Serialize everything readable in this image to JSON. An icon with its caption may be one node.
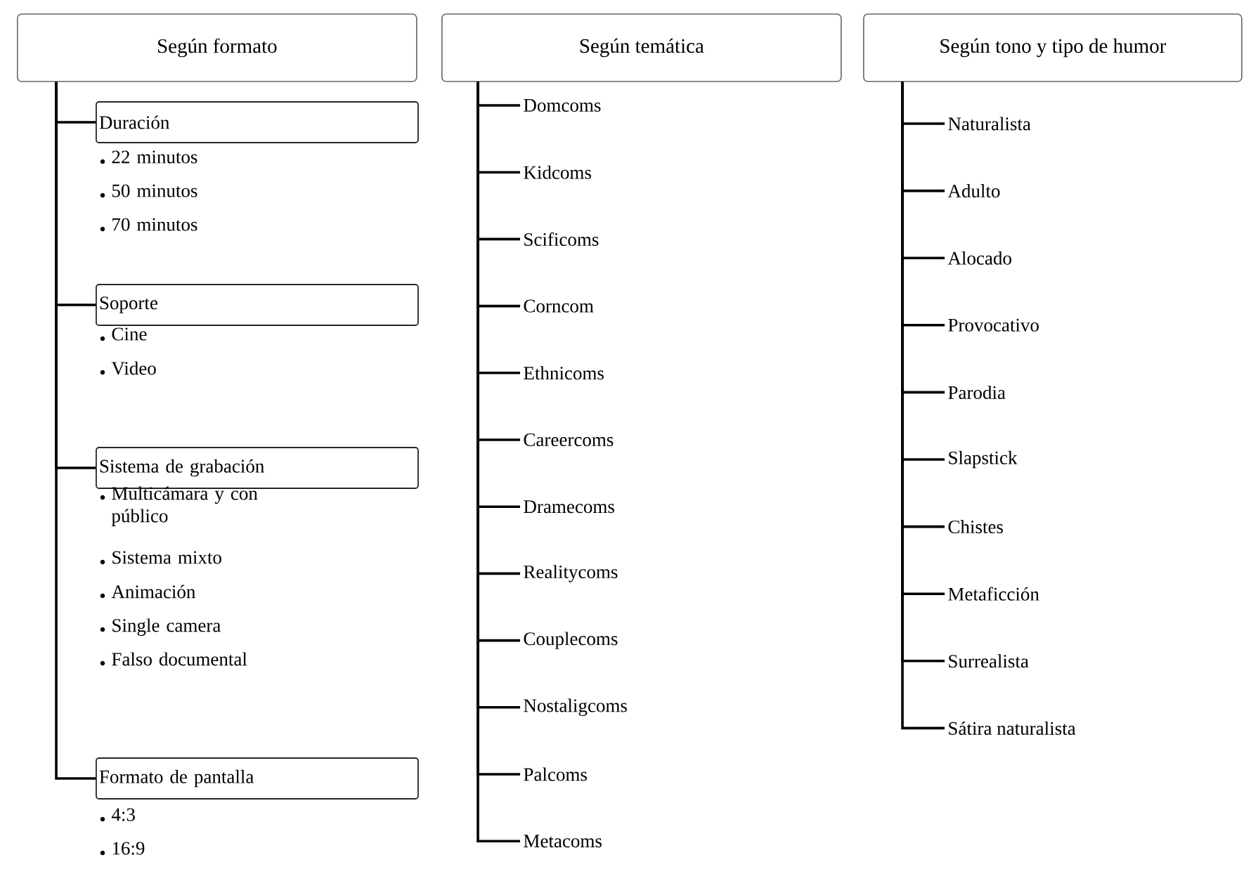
{
  "diagram": {
    "nodes": [
      {
        "text": [
          "Según formato"
        ]
      },
      {
        "text": [
          "Duración"
        ],
        "beside": [
          "22 minutos",
          "50 minutos",
          "70 minutos"
        ]
      },
      {
        "text": [
          "Soporte"
        ],
        "beside": [
          "Cine",
          "Video"
        ]
      },
      {
        "text": [
          "Sistema de grabación"
        ],
        "beside": [
          "Multicámara y con público",
          "Sistema mixto",
          "Animación",
          "Single camera",
          "Falso documental"
        ]
      },
      {
        "text": [
          "Formato de pantalla"
        ],
        "beside": [
          "4:3",
          "16:9"
        ]
      },
      {
        "text": [
          "Según temática"
        ]
      },
      {
        "text": [
          "Domcoms"
        ]
      },
      {
        "text": [
          "Kidcoms"
        ]
      },
      {
        "text": [
          "Scificoms"
        ]
      },
      {
        "text": [
          "Corncom"
        ]
      },
      {
        "text": [
          "Ethnicoms"
        ]
      },
      {
        "text": [
          "Careercoms"
        ]
      },
      {
        "text": [
          "Dramecoms"
        ]
      },
      {
        "text": [
          "Realitycoms"
        ]
      },
      {
        "text": [
          "Couplecoms"
        ]
      },
      {
        "text": [
          "Nostaligcoms"
        ]
      },
      {
        "text": [
          "Palcoms"
        ]
      },
      {
        "text": [
          "Metacoms"
        ]
      },
      {
        "text": [
          "Según tono y tipo de humor"
        ]
      },
      {
        "text": [
          "Naturalista"
        ]
      },
      {
        "text": [
          "Adulto"
        ]
      },
      {
        "text": [
          "Alocado"
        ]
      },
      {
        "text": [
          "Provocativo"
        ]
      },
      {
        "text": [
          "Parodia"
        ]
      },
      {
        "text": [
          "Slapstick"
        ]
      },
      {
        "text": [
          "Chistes"
        ]
      },
      {
        "text": [
          "Metaficción"
        ]
      },
      {
        "text": [
          "Surrealista"
        ]
      },
      {
        "text": [
          "Sátira naturalista"
        ]
      }
    ],
    "edges": [
      {
        "from": 0,
        "to": 1,
        "arrow": "none"
      },
      {
        "from": 0,
        "to": 2,
        "arrow": "none"
      },
      {
        "from": 0,
        "to": 3,
        "arrow": "none"
      },
      {
        "from": 0,
        "to": 4,
        "arrow": "none"
      },
      {
        "from": 5,
        "to": 6,
        "arrow": "none"
      },
      {
        "from": 5,
        "to": 7,
        "arrow": "none"
      },
      {
        "from": 5,
        "to": 8,
        "arrow": "none"
      },
      {
        "from": 5,
        "to": 9,
        "arrow": "none"
      },
      {
        "from": 5,
        "to": 10,
        "arrow": "none"
      },
      {
        "from": 5,
        "to": 11,
        "arrow": "none"
      },
      {
        "from": 5,
        "to": 12,
        "arrow": "none"
      },
      {
        "from": 5,
        "to": 13,
        "arrow": "none"
      },
      {
        "from": 5,
        "to": 14,
        "arrow": "none"
      },
      {
        "from": 5,
        "to": 15,
        "arrow": "none"
      },
      {
        "from": 5,
        "to": 16,
        "arrow": "none"
      },
      {
        "from": 5,
        "to": 17,
        "arrow": "none"
      },
      {
        "from": 18,
        "to": 19,
        "arrow": "none"
      },
      {
        "from": 18,
        "to": 20,
        "arrow": "none"
      },
      {
        "from": 18,
        "to": 21,
        "arrow": "none"
      },
      {
        "from": 18,
        "to": 22,
        "arrow": "none"
      },
      {
        "from": 18,
        "to": 23,
        "arrow": "none"
      },
      {
        "from": 18,
        "to": 24,
        "arrow": "none"
      },
      {
        "from": 18,
        "to": 25,
        "arrow": "none"
      },
      {
        "from": 18,
        "to": 26,
        "arrow": "none"
      },
      {
        "from": 18,
        "to": 27,
        "arrow": "none"
      },
      {
        "from": 18,
        "to": 28,
        "arrow": "none"
      }
    ]
  }
}
